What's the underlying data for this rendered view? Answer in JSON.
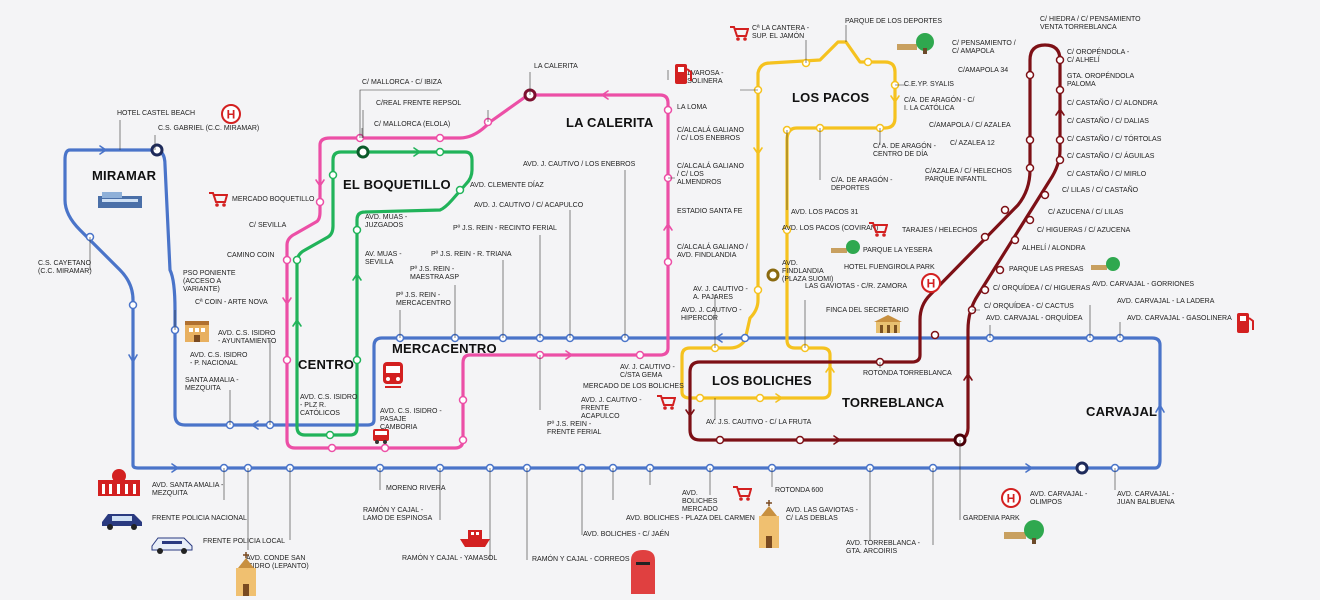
{
  "colors": {
    "blue_line": "#4a74c9",
    "pink_line": "#ec4fa6",
    "green_line": "#21b35a",
    "yellow_line": "#f5c21f",
    "maroon_line": "#7d1016",
    "background": "#f4f4f6"
  },
  "zones": {
    "miramar": "MIRAMAR",
    "el_boquetillo": "EL BOQUETILLO",
    "la_calerita": "LA CALERITA",
    "los_pacos": "LOS PACOS",
    "centro": "CENTRO",
    "mercacentro": "MERCACENTRO",
    "los_boliches": "LOS BOLICHES",
    "torreblanca": "TORREBLANCA",
    "carvajal": "CARVAJAL"
  },
  "stops": {
    "hotel_castel_beach": "HOTEL CASTEL BEACH",
    "cs_gabriel": "C.S. GABRIEL (C.C. MIRAMAR)",
    "mallorca_ibiza": "C/ MALLORCA - C/ IBIZA",
    "real_repsol": "C/REAL FRENTE REPSOL",
    "mallorca_elola": "C/ MALLORCA (ELOLA)",
    "la_calerita": "LA CALERITA",
    "malvarosa": "MALVAROSA - GASOLINERA",
    "la_loma": "LA LOMA",
    "cantera": "Cª LA CANTERA - SUP. EL JAMÓN",
    "parque_deportes": "PARQUE DE LOS DEPORTES",
    "ceyp_syalis": "C.E.YP. SYALIS",
    "aragon_catolica": "C/A. DE ARAGÓN - C/ I. LA CATÓLICA",
    "aragon_centro_dia": "C/ A. DE ARAGÓN - CENTRO DE DÍA",
    "aragon_deportes": "C/A. DE ARAGÓN - DEPORTES",
    "alcala_enebros": "C/ALCALÁ GALIANO / C/ LOS ENEBROS",
    "alcala_almendros": "C/ALCALÁ GALIANO / C/ LOS ALMENDROS",
    "cautivo_enebros": "AVD. J. CAUTIVO / LOS ENEBROS",
    "clemente_diaz": "AVD. CLEMENTE DÍAZ",
    "cautivo_acapulco": "AVD. J. CAUTIVO / C/ ACAPULCO",
    "estadio_santa_fe": "ESTADIO SANTA FE",
    "mercado_boquetillo": "MERCADO BOQUETILLO",
    "c_sevilla": "C/ SEVILLA",
    "muas_juzgados": "AVD. MUAS - JUZGADOS",
    "rein_recinto": "Pº J.S. REIN - RECINTO FERIAL",
    "alcala_findlandia": "C/ALCALÁ GALIANO / AVD. FINDLANDIA",
    "camino_coin": "CAMINO COIN",
    "muas_sevilla": "AV. MUAS - SEVILLA",
    "rein_triana": "Pº J.S. REIN - R. TRIANA",
    "rein_maestra": "Pº J.S. REIN - MAESTRA ASP",
    "pso_poniente": "PSO PONIENTE (ACCESO A VARIANTE)",
    "coin_arte_nova": "Cª COIN - ARTE NOVA",
    "rein_mercacentro": "Pº J.S. REIN - MERCACENTRO",
    "cautivo_pajares": "AV. J. CAUTIVO - A. PAJARES",
    "cautivo_hipercor": "AVD. J. CAUTIVO - HIPERCOR",
    "cs_cayetano": "C.S. CAYETANO (C.C. MIRAMAR)",
    "cs_isidro_ayuntamiento": "AVD. C.S. ISIDRO - AYUNTAMIENTO",
    "cs_isidro_nacional": "AVD. C.S. ISIDRO - P. NACIONAL",
    "santa_amalia_mezquita_top": "SANTA AMALIA - MEZQUITA",
    "cs_isidro_catolicos": "AVD. C.S. ISIDRO - PLZ R. CATÓLICOS",
    "cs_isidro_camboria": "AVD. C.S. ISIDRO - PASAJE CAMBORIA",
    "cautivo_gema": "AV. J. CAUTIVO - C/STA GEMA",
    "mercado_boliches": "MERCADO DE LOS BOLICHES",
    "cautivo_acapulco_frente": "AVD. J. CAUTIVO - FRENTE ACAPULCO",
    "rein_frente_ferial": "Pº J.S. REIN - FRENTE FERIAL",
    "los_pacos_31": "AVD. LOS PACOS 31",
    "los_pacos_coviran": "AVD. LOS PACOS (COVIRAN)",
    "findlandia_suom": "AVD. FINDLANDIA (PLAZA SUOMI)",
    "gaviotas_zamora": "LAS GAVIOTAS - C/R. ZAMORA",
    "finca_secretario": "FINCA DEL SECRETARIO",
    "js_cautivo_fruta": "AV. J.S. CAUTIVO - C/ LA FRUTA",
    "rotonda_torreblanca": "ROTONDA TORREBLANCA",
    "tarajes": "TARAJES / HELECHOS",
    "parque_yesera": "PARQUE LA YESERA",
    "hotel_fuengirola_park": "HOTEL FUENGIROLA PARK",
    "hiedra_pensamiento": "C/ HIEDRA / C/ PENSAMIENTO Venta Torreblanca",
    "pensamiento_amapola": "C/ PENSAMIENTO / C/ AMAPOLA",
    "amapola_34": "C/AMAPOLA 34",
    "oropendola_alheli": "C/ OROPÉNDOLA - C/ ALHELÍ",
    "gta_oropendola": "GTA. OROPÉNDOLA PALOMA",
    "castano_alondra": "C/ CASTAÑO / C/ ALONDRA",
    "amapola_azalea": "C/AMAPOLA / C/ AZALEA",
    "azalea_12": "C/ AZALEA 12",
    "castano_dalias": "C/ CASTAÑO / C/ DALIAS",
    "castano_tortolas": "C/ CASTAÑO / C/ TÓRTOLAS",
    "castano_aguilas": "C/ CASTAÑO / C/ ÁGUILAS",
    "azalea_helechos": "C/AZALEA / C/ HELECHOS PARQUE INFANTIL",
    "castano_mirlo": "C/ CASTAÑO / C/ MIRLO",
    "lilas_castano": "C/ LILAS / C/ CASTAÑO",
    "azucena_lilas": "C/ AZUCENA / C/ LILAS",
    "higueras_azucena": "C/ HIGUERAS / C/ AZUCENA",
    "alheli_alondra": "ALHELÍ / ALONDRA",
    "parque_presas": "PARQUE LAS PRESAS",
    "orquidea_higueras": "C/ ORQUÍDEA / C/ HIGUERAS",
    "orquidea_cactus": "C/ ORQUÍDEA - C/ CACTUS",
    "carvajal_gorriones": "AVD. CARVAJAL - GORRIONES",
    "carvajal_ladera": "AVD. CARVAJAL - LA LADERA",
    "carvajal_orquidea": "AVD. CARVAJAL - ORQUÍDEA",
    "carvajal_gasolinera": "AVD. CARVAJAL - GASOLINERA",
    "santa_amalia_mezquita_bottom": "AVD. SANTA AMALIA - MEZQUITA",
    "frente_policia_nacional": "FRENTE POLICIA NACIONAL",
    "frente_policia_local": "FRENTE POLICIA LOCAL",
    "conde_san_isidro": "AVD. CONDE SAN ISIDRO (LEPANTO)",
    "moreno_rivera": "MORENO RIVERA",
    "ramon_cajal_espinosa": "RAMÓN Y CAJAL - LAMO DE ESPINOSA",
    "ramon_cajal_yamasol": "RAMÓN Y CAJAL - YAMASOL",
    "ramon_cajal_correos": "RAMÓN Y CAJAL - CORREOS",
    "boliches_jaen": "AVD. BOLICHES - C/ JAÉN",
    "boliches_plaza_carmen": "AVD. BOLICHES - PLAZA DEL CARMEN",
    "boliches_mercado": "AVD. BOLICHES MERCADO",
    "rotonda_600": "ROTONDA 600",
    "gaviotas_deblas": "AVD. LAS GAVIOTAS - C/ LAS DEBLAS",
    "torreblanca_arcoiris": "AVD. TORREBLANCA - GTA. ARCOIRIS",
    "gardenia_park": "GARDENIA PARK",
    "carvajal_olimpos": "AVD. CARVAJAL - OLIMPOS",
    "carvajal_juan_balbuena": "AVD. CARVAJAL - JUAN BALBUENA"
  }
}
